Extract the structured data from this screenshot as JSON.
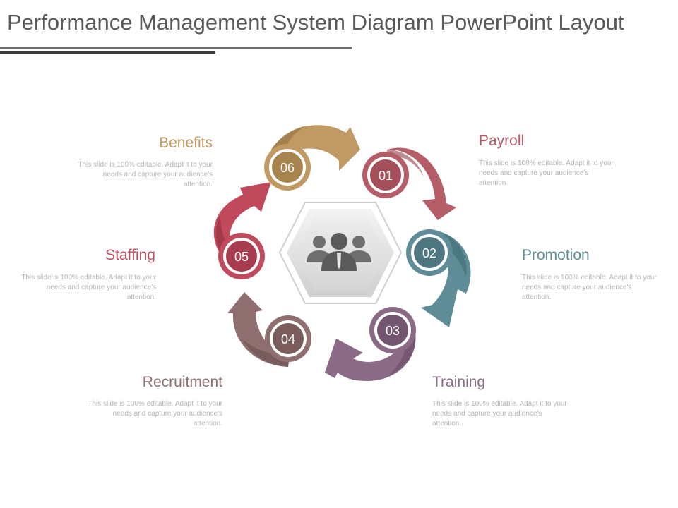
{
  "title": "Performance Management System Diagram PowerPoint Layout",
  "center_icon": "team-people-icon",
  "colors": {
    "payroll": "#b65e67",
    "promotion": "#5f8d97",
    "training": "#8a6a85",
    "recruitment": "#8e6e6e",
    "staffing": "#c0495c",
    "benefits": "#c09a62"
  },
  "steps": [
    {
      "number": "01",
      "label": "Payroll",
      "text": "This slide is 100% editable. Adapt it to your needs and capture your audience's attention."
    },
    {
      "number": "02",
      "label": "Promotion",
      "text": "This slide is 100% editable. Adapt it to your needs and capture your audience's attention."
    },
    {
      "number": "03",
      "label": "Training",
      "text": "This slide is 100% editable. Adapt it to your needs and capture your audience's attention."
    },
    {
      "number": "04",
      "label": "Recruitment",
      "text": "This slide is 100% editable. Adapt it to your needs and capture your audience's attention."
    },
    {
      "number": "05",
      "label": "Staffing",
      "text": "This slide is 100% editable. Adapt it to your needs and capture your audience's attention."
    },
    {
      "number": "06",
      "label": "Benefits",
      "text": "This slide is 100% editable. Adapt it to your needs and capture your audience's attention."
    }
  ]
}
